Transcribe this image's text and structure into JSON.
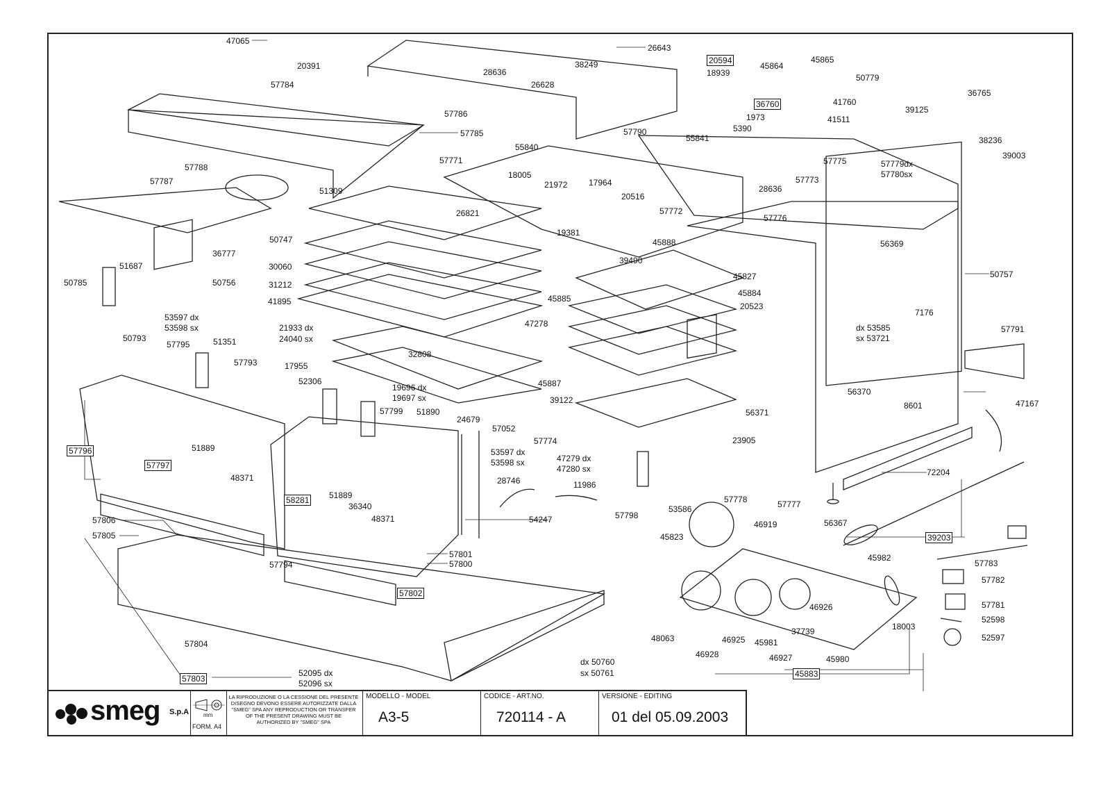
{
  "brand": {
    "name": "smeg",
    "suffix": "S.p.A"
  },
  "title_block": {
    "format": "FORM. A4",
    "unit": "mm",
    "notice": "LA RIPRODUZIONE O LA CESSIONE DEL PRESENTE DISEGNO DEVONO ESSERE AUTORIZZATE DALLA \"SMEG\" SPA ANY REPRODUCTION OR TRANSFER OF THE PRESENT DRAWING MUST BE AUTHORIZED BY \"SMEG\" SPA",
    "model_label": "MODELLO - MODEL",
    "model_value": "A3-5",
    "code_label": "CODICE - ART.NO.",
    "code_value": "720114 - A",
    "version_label": "VERSIONE - EDITING",
    "version_value": "01 del 05.09.2003"
  },
  "parts": [
    "47065",
    "26643",
    "20391",
    "38249",
    "28636",
    "26628",
    "57784",
    "57786",
    "57785",
    "20594",
    "18939",
    "45864",
    "45865",
    "50779",
    "36760",
    "41760",
    "41511",
    "1973",
    "5390",
    "57790",
    "55841",
    "39125",
    "36765",
    "57779dx",
    "57780sx",
    "38236",
    "39003",
    "57771",
    "55840",
    "18005",
    "21972",
    "17964",
    "20516",
    "57775",
    "57773",
    "28636",
    "57788",
    "57787",
    "51309",
    "26821",
    "19381",
    "57772",
    "57776",
    "56369",
    "50747",
    "30060",
    "31212",
    "41895",
    "45888",
    "39490",
    "45827",
    "45884",
    "20523",
    "50757",
    "51687",
    "36777",
    "50785",
    "50756",
    "45885",
    "7176",
    "53597 dx",
    "53598 sx",
    "21933 dx",
    "24040 sx",
    "47278",
    "dx 53585",
    "sx 53721",
    "57791",
    "50793",
    "57795",
    "51351",
    "57793",
    "17955",
    "32808",
    "52306",
    "19696 dx",
    "19697 sx",
    "45887",
    "56370",
    "57799",
    "51890",
    "24679",
    "39122",
    "56371",
    "8601",
    "47167",
    "57796",
    "57797",
    "51889",
    "48371",
    "57774",
    "57052",
    "23905",
    "47279 dx",
    "47280 sx",
    "53597 dx",
    "53598 sx",
    "28746",
    "11986",
    "72204",
    "58281",
    "36340",
    "51889",
    "48371",
    "57798",
    "53586",
    "57778",
    "57777",
    "56367",
    "54247",
    "46919",
    "45823",
    "57806",
    "57805",
    "57801",
    "57800",
    "57794",
    "57802",
    "39203",
    "57783",
    "45982",
    "57782",
    "57781",
    "52598",
    "52597",
    "46926",
    "18003",
    "48063",
    "37739",
    "46925",
    "45981",
    "46928",
    "46927",
    "45980",
    "45883",
    "57804",
    "57803",
    "52095 dx",
    "52096 sx",
    "dx 50760",
    "sx 50761"
  ]
}
